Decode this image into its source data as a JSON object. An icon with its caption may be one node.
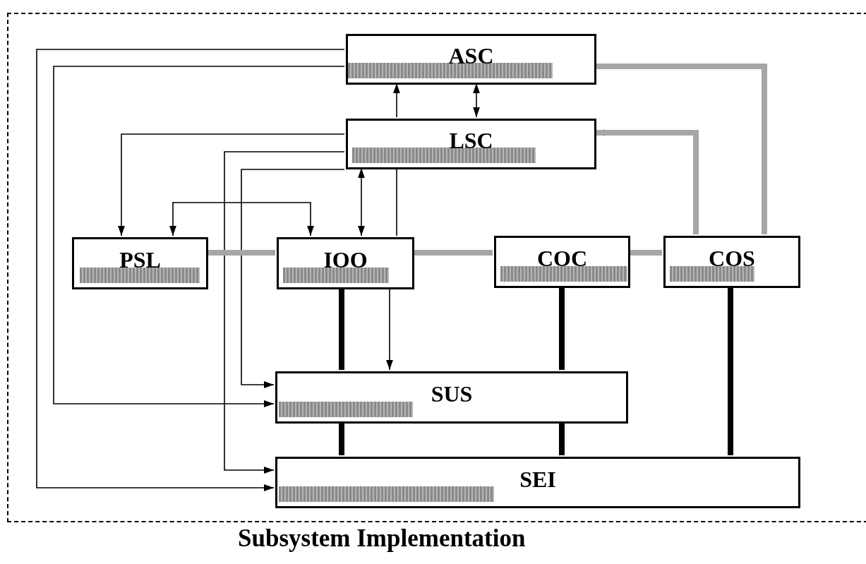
{
  "diagram": {
    "nodes": [
      {
        "text": [
          "Subsystem Implementation"
        ]
      },
      {
        "text": [
          "ASC"
        ],
        "in": 0
      },
      {
        "text": [
          "LSC"
        ],
        "in": 0
      },
      {
        "text": [
          "PSL"
        ],
        "in": 0
      },
      {
        "text": [
          "IOO"
        ],
        "in": 0
      },
      {
        "text": [
          "COC"
        ],
        "in": 0
      },
      {
        "text": [
          "COS"
        ],
        "in": 0
      },
      {
        "text": [
          "SUS"
        ],
        "in": 0
      },
      {
        "text": [
          "SEI"
        ],
        "in": 0
      }
    ],
    "edges": [
      {
        "from": 1,
        "to": 8,
        "arrow": "to"
      },
      {
        "from": 1,
        "to": 7,
        "arrow": "to"
      },
      {
        "from": 2,
        "to": 1,
        "arrow": "to"
      },
      {
        "from": 1,
        "to": 2,
        "arrow": "both"
      },
      {
        "from": 2,
        "to": 3,
        "arrow": "to"
      },
      {
        "from": 2,
        "to": 8,
        "arrow": "to"
      },
      {
        "from": 2,
        "to": 7,
        "arrow": "to"
      },
      {
        "from": 3,
        "to": 4,
        "arrow": "both"
      },
      {
        "from": 2,
        "to": 4,
        "arrow": "both"
      },
      {
        "from": 2,
        "to": 4,
        "arrow": "none"
      },
      {
        "from": 6,
        "to": 2,
        "arrow": "to",
        "style": "thick",
        "color": "#a6a6a6"
      },
      {
        "from": 6,
        "to": 1,
        "arrow": "none",
        "style": "thick",
        "color": "#a6a6a6"
      },
      {
        "from": 4,
        "to": 7,
        "arrow": "none",
        "style": "thick"
      },
      {
        "from": 7,
        "to": 8,
        "arrow": "none",
        "style": "thick"
      },
      {
        "from": 5,
        "to": 7,
        "arrow": "none",
        "style": "thick"
      },
      {
        "from": 7,
        "to": 8,
        "arrow": "none",
        "style": "thick"
      },
      {
        "from": 6,
        "to": 8,
        "arrow": "none",
        "style": "thick"
      },
      {
        "from": 3,
        "to": 4,
        "arrow": "none",
        "style": "thick",
        "color": "#a6a6a6"
      },
      {
        "from": 4,
        "to": 5,
        "arrow": "none",
        "style": "thick",
        "color": "#a6a6a6"
      },
      {
        "from": 5,
        "to": 6,
        "arrow": "none",
        "style": "thick",
        "color": "#a6a6a6"
      },
      {
        "from": 4,
        "to": 7,
        "arrow": "to"
      }
    ]
  }
}
